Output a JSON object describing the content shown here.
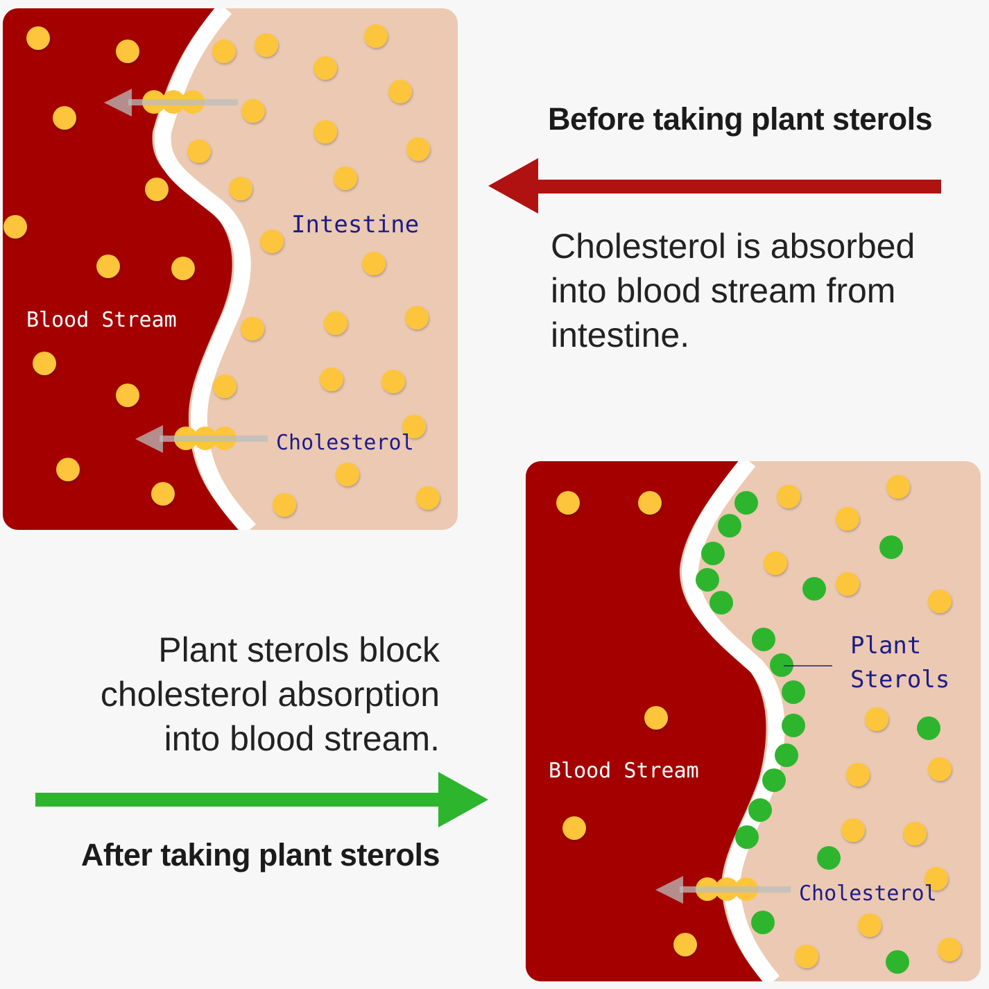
{
  "colors": {
    "blood": "#a40000",
    "intestine": "#ecc9b2",
    "cholesterol": "#fdc53a",
    "plant_sterol": "#2eb52e",
    "before_arrow": "#b01212",
    "after_arrow": "#2eb52e",
    "label_blue": "#1c1c88"
  },
  "before": {
    "heading": "Before taking plant sterols",
    "description": "Cholesterol is absorbed into blood stream from intestine.",
    "labels": {
      "intestine": "Intestine",
      "blood_stream": "Blood Stream",
      "cholesterol": "Cholesterol"
    }
  },
  "after": {
    "heading": "After taking plant sterols",
    "description": "Plant sterols block cholesterol absorption into blood stream.",
    "labels": {
      "plant_sterols_line1": "Plant",
      "plant_sterols_line2": "Sterols",
      "blood_stream": "Blood Stream",
      "cholesterol": "Cholesterol"
    }
  }
}
